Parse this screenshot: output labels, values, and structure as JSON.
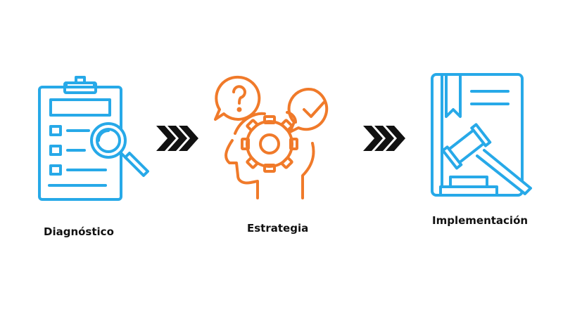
{
  "colors": {
    "blue": "#27A9E8",
    "orange": "#F07A2A",
    "text": "#111111",
    "arrow": "#111111"
  },
  "steps": [
    {
      "label": "Diagnóstico",
      "icon": "clipboard-search-icon",
      "color": "blue"
    },
    {
      "label": "Estrategia",
      "icon": "head-gear-icon",
      "color": "orange"
    },
    {
      "label": "Implementación",
      "icon": "law-book-gavel-icon",
      "color": "blue"
    }
  ],
  "connectors": [
    {
      "icon": "triple-chevron-right-icon"
    },
    {
      "icon": "triple-chevron-right-icon"
    }
  ]
}
